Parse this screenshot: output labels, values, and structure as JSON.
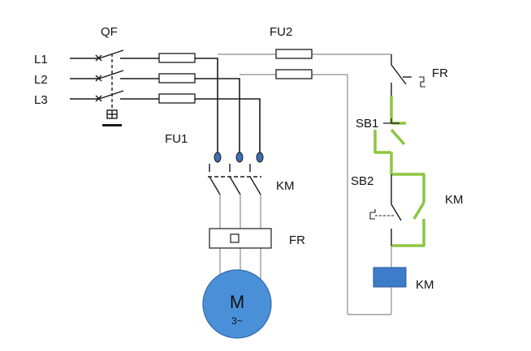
{
  "labels": {
    "qf": "QF",
    "fu2": "FU2",
    "l1": "L1",
    "l2": "L2",
    "l3": "L3",
    "fu1": "FU1",
    "km_main": "KM",
    "fr_heater": "FR",
    "fr_contact": "FR",
    "sb1": "SB1",
    "sb2": "SB2",
    "km_aux": "KM",
    "km_coil": "KM"
  },
  "motor": {
    "label": "M",
    "sub": "3~"
  },
  "colors": {
    "wire_dark": "#1a1a1a",
    "wire_gray": "#8c8c8c",
    "highlight_green": "#8cc63f",
    "motor_fill": "#4a90d9",
    "coil_fill": "#3d7cc9",
    "terminal_fill": "#3d6fb0"
  }
}
